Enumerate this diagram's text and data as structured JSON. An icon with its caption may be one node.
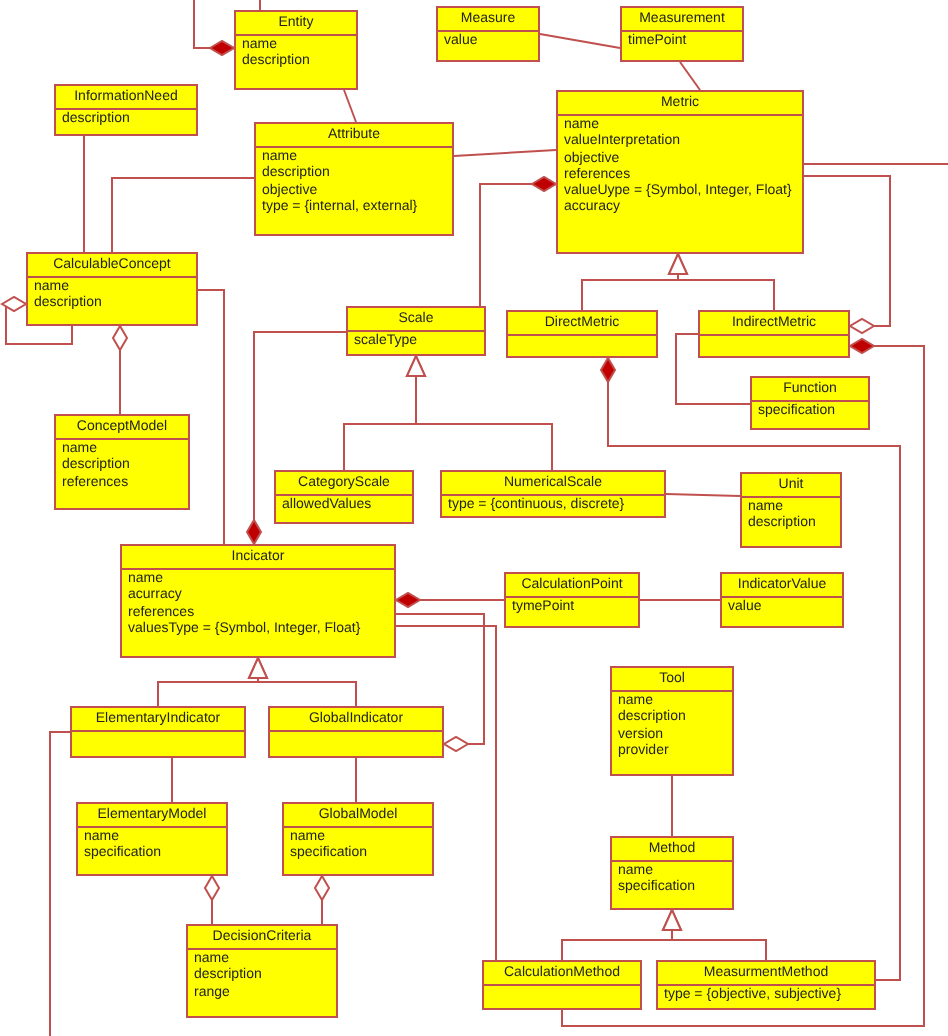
{
  "diagram": {
    "nodes": [
      {
        "text": [
          "Entity",
          "name",
          "description"
        ]
      },
      {
        "text": [
          "Measure",
          "value"
        ]
      },
      {
        "text": [
          "Measurement",
          "timePoint"
        ]
      },
      {
        "text": [
          "InformationNeed",
          "description"
        ]
      },
      {
        "text": [
          "Attribute",
          "name",
          "description",
          "objective",
          "type = {internal, external}"
        ]
      },
      {
        "text": [
          "Metric",
          "name",
          "valueInterpretation",
          "objective",
          "references",
          "valueUype = {Symbol, Integer, Float}",
          "accuracy"
        ]
      },
      {
        "text": [
          "CalculableConcept",
          "name",
          "description"
        ]
      },
      {
        "text": [
          "Scale",
          "scaleType"
        ]
      },
      {
        "text": [
          "DirectMetric"
        ]
      },
      {
        "text": [
          "IndirectMetric"
        ]
      },
      {
        "text": [
          "Function",
          "specification"
        ]
      },
      {
        "text": [
          "ConceptModel",
          "name",
          "description",
          "references"
        ]
      },
      {
        "text": [
          "CategoryScale",
          "allowedValues"
        ]
      },
      {
        "text": [
          "NumericalScale",
          "type = {continuous, discrete}"
        ]
      },
      {
        "text": [
          "Unit",
          "name",
          "description"
        ]
      },
      {
        "text": [
          "Incicator",
          "name",
          "acurracy",
          "references",
          "valuesType = {Symbol, Integer, Float}"
        ]
      },
      {
        "text": [
          "CalculationPoint",
          "tymePoint"
        ]
      },
      {
        "text": [
          "IndicatorValue",
          "value"
        ]
      },
      {
        "text": [
          "Tool",
          "name",
          "description",
          "version",
          "provider"
        ]
      },
      {
        "text": [
          "ElementaryIndicator"
        ]
      },
      {
        "text": [
          "GlobalIndicator"
        ]
      },
      {
        "text": [
          "ElementaryModel",
          "name",
          "specification"
        ]
      },
      {
        "text": [
          "GlobalModel",
          "name",
          "specification"
        ]
      },
      {
        "text": [
          "Method",
          "name",
          "specification"
        ]
      },
      {
        "text": [
          "DecisionCriteria",
          "name",
          "description",
          "range"
        ]
      },
      {
        "text": [
          "CalculationMethod"
        ]
      },
      {
        "text": [
          "MeasurmentMethod",
          "type = {objective, subjective}"
        ]
      }
    ],
    "edges": [
      {
        "from": null,
        "to": 0,
        "arrow": "other"
      },
      {
        "from": 0,
        "to": null,
        "arrow": "none"
      },
      {
        "from": 1,
        "to": 2,
        "arrow": "none"
      },
      {
        "from": 2,
        "to": 5,
        "arrow": "none"
      },
      {
        "from": 0,
        "to": 4,
        "arrow": "none"
      },
      {
        "from": 4,
        "to": 5,
        "arrow": "none"
      },
      {
        "from": 4,
        "to": 6,
        "arrow": "none"
      },
      {
        "from": 3,
        "to": 6,
        "arrow": "none"
      },
      {
        "from": 6,
        "to": 6,
        "arrow": "other"
      },
      {
        "from": 11,
        "to": 6,
        "arrow": "other"
      },
      {
        "from": 6,
        "to": 15,
        "arrow": "none"
      },
      {
        "from": 7,
        "to": 5,
        "arrow": "other"
      },
      {
        "from": 7,
        "to": 15,
        "arrow": "other"
      },
      {
        "from": 12,
        "to": 7,
        "arrow": "to"
      },
      {
        "from": 13,
        "to": 7,
        "arrow": "to"
      },
      {
        "from": 8,
        "to": 5,
        "arrow": "to"
      },
      {
        "from": 9,
        "to": 5,
        "arrow": "to"
      },
      {
        "from": 5,
        "to": 9,
        "arrow": "other"
      },
      {
        "from": 5,
        "to": null,
        "arrow": "none"
      },
      {
        "from": 25,
        "to": 9,
        "arrow": "other"
      },
      {
        "from": 26,
        "to": 8,
        "arrow": "other"
      },
      {
        "from": 9,
        "to": 10,
        "arrow": "none"
      },
      {
        "from": 13,
        "to": 14,
        "arrow": "none"
      },
      {
        "from": 16,
        "to": 15,
        "arrow": "other"
      },
      {
        "from": 15,
        "to": 20,
        "arrow": "other"
      },
      {
        "from": 25,
        "to": 15,
        "arrow": "none"
      },
      {
        "from": 16,
        "to": 17,
        "arrow": "none"
      },
      {
        "from": 19,
        "to": 15,
        "arrow": "to"
      },
      {
        "from": 20,
        "to": 15,
        "arrow": "to"
      },
      {
        "from": 19,
        "to": 21,
        "arrow": "none"
      },
      {
        "from": 20,
        "to": 22,
        "arrow": "none"
      },
      {
        "from": 24,
        "to": 21,
        "arrow": "other"
      },
      {
        "from": 24,
        "to": 22,
        "arrow": "other"
      },
      {
        "from": 18,
        "to": 23,
        "arrow": "none"
      },
      {
        "from": 25,
        "to": 23,
        "arrow": "to"
      },
      {
        "from": 26,
        "to": 23,
        "arrow": "to"
      },
      {
        "from": 19,
        "to": null,
        "arrow": "none"
      }
    ]
  }
}
